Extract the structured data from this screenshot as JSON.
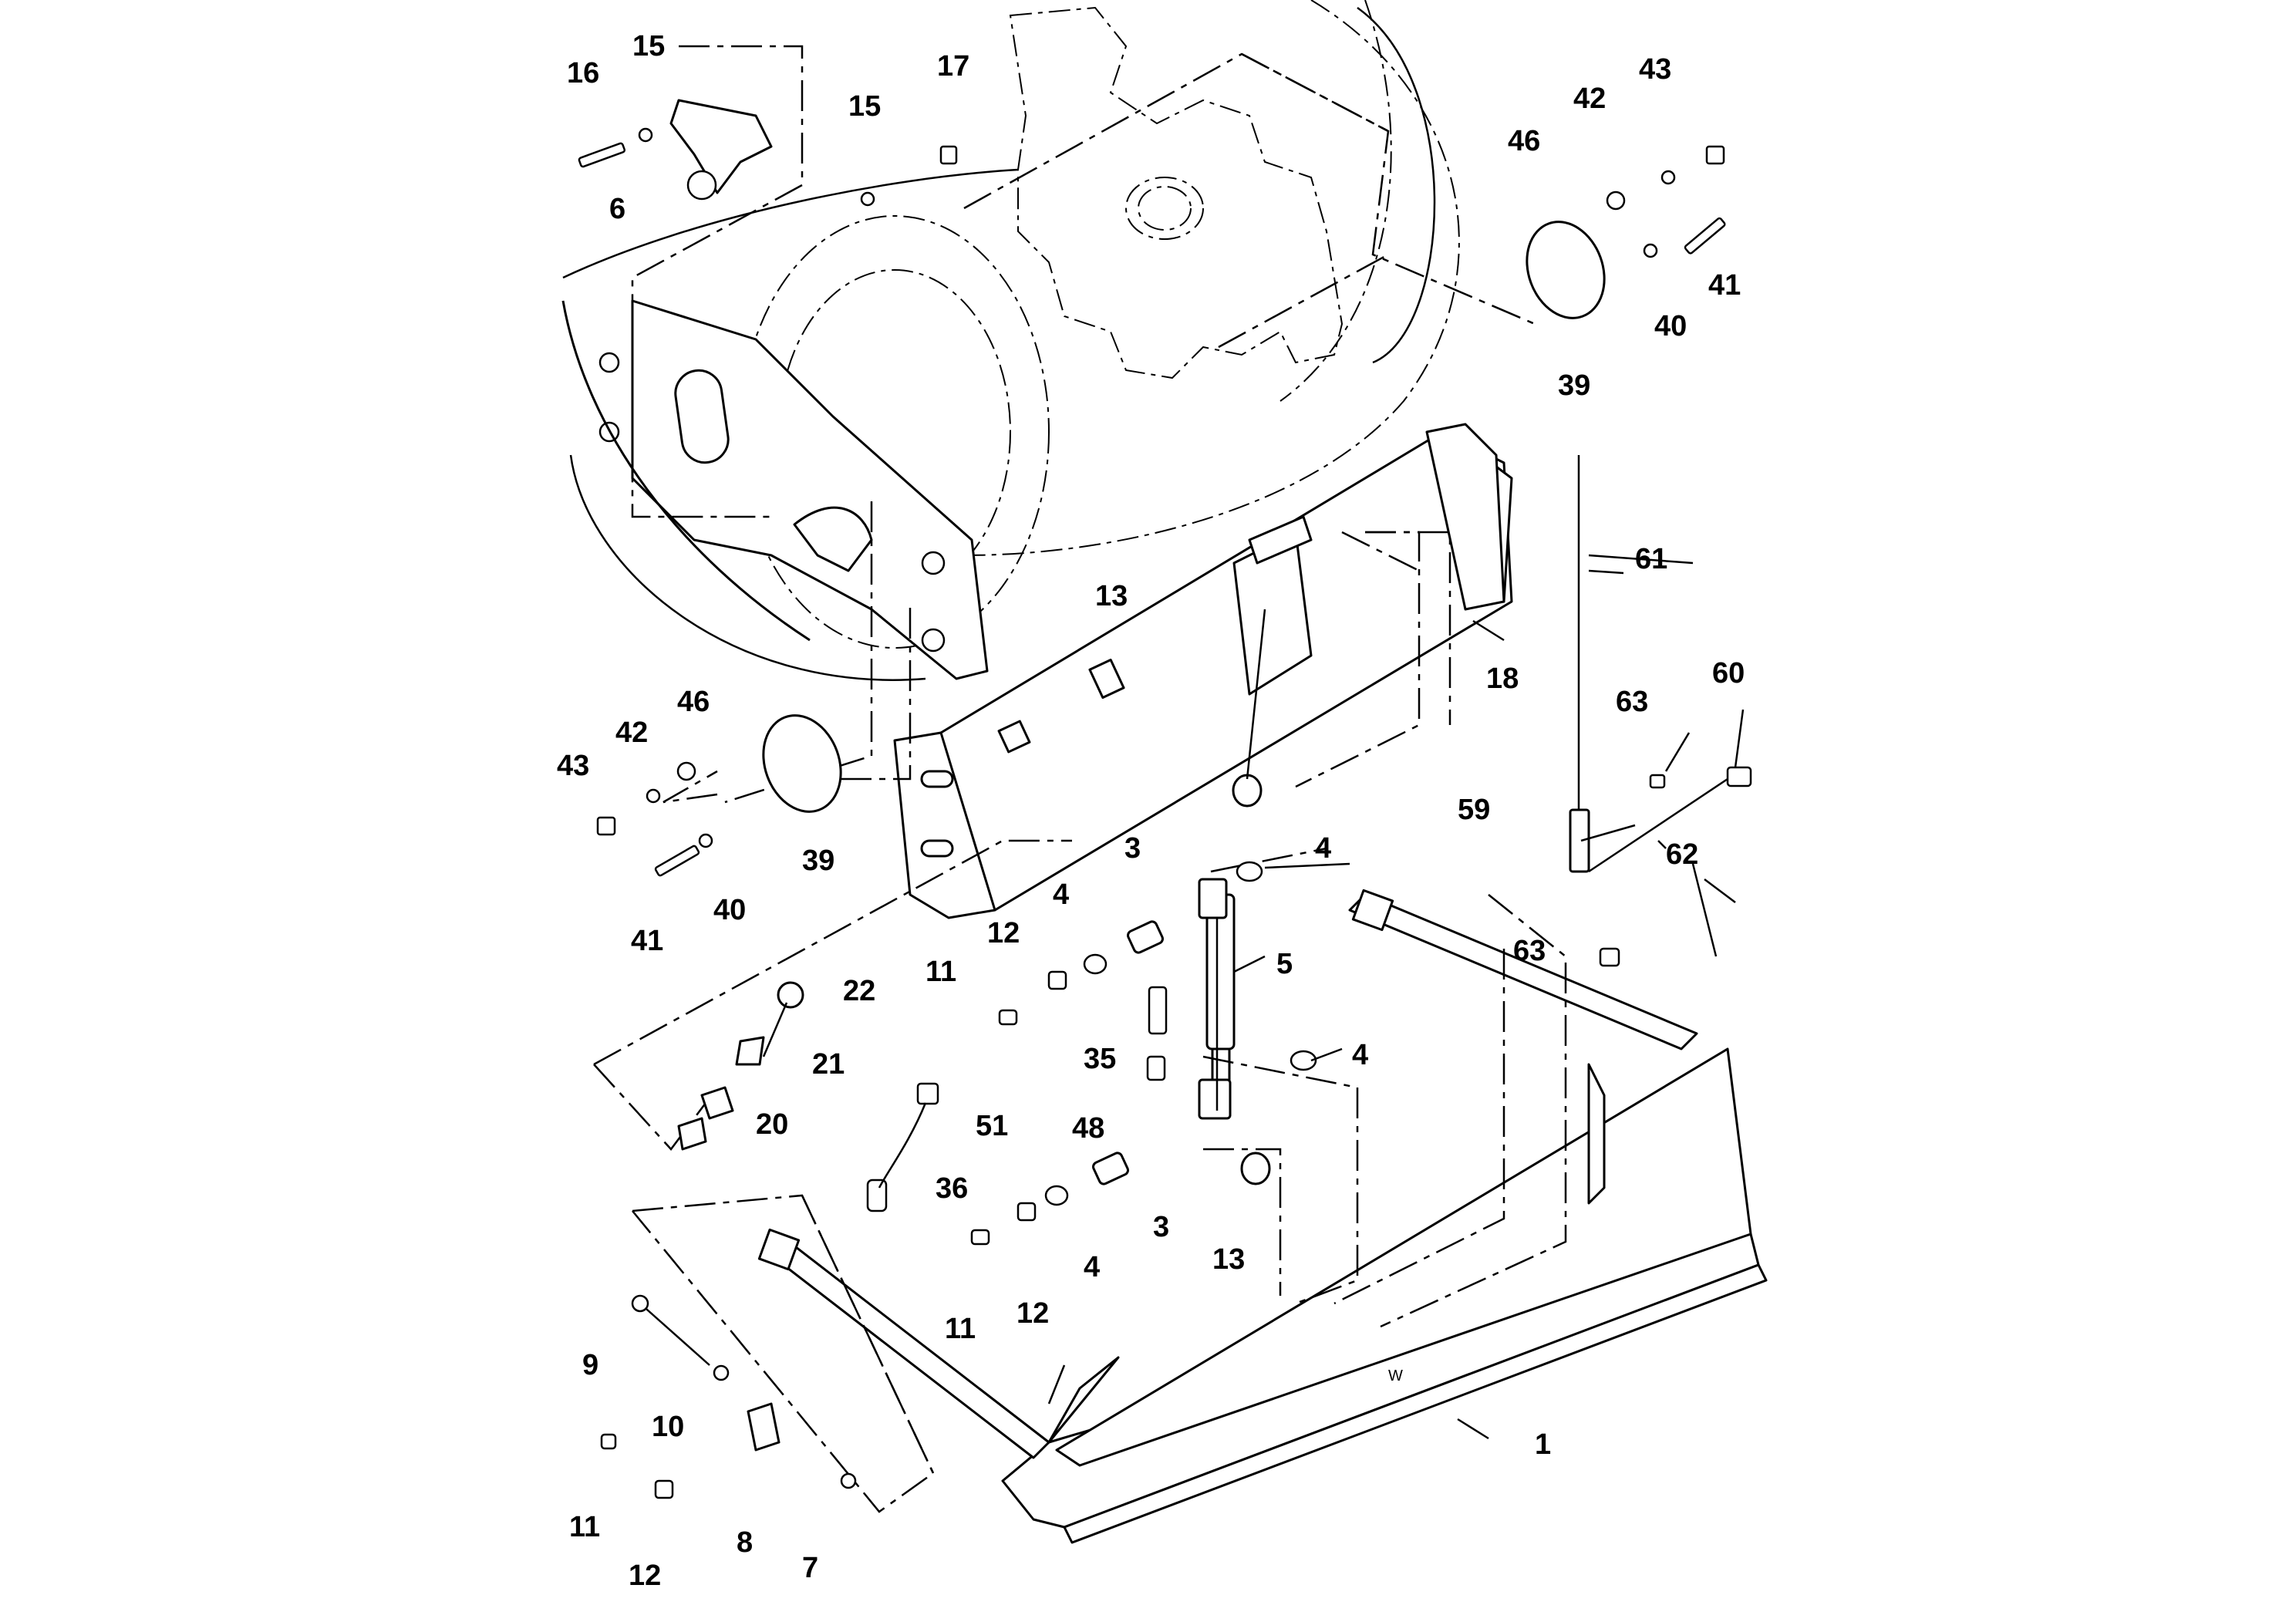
{
  "callouts": {
    "c1": "1",
    "c3a": "3",
    "c3b": "3",
    "c4a": "4",
    "c4b": "4",
    "c4c": "4",
    "c4d": "4",
    "c5": "5",
    "c6": "6",
    "c7": "7",
    "c8": "8",
    "c9": "9",
    "c10": "10",
    "c11a": "11",
    "c11b": "11",
    "c11c": "11",
    "c12a": "12",
    "c12b": "12",
    "c12c": "12",
    "c13a": "13",
    "c13b": "13",
    "c15a": "15",
    "c15b": "15",
    "c16": "16",
    "c17": "17",
    "c18": "18",
    "c20": "20",
    "c21": "21",
    "c22": "22",
    "c35": "35",
    "c36": "36",
    "c39a": "39",
    "c39b": "39",
    "c40a": "40",
    "c40b": "40",
    "c41a": "41",
    "c41b": "41",
    "c42a": "42",
    "c42b": "42",
    "c43a": "43",
    "c43b": "43",
    "c46a": "46",
    "c46b": "46",
    "c48": "48",
    "c51": "51",
    "c59": "59",
    "c60": "60",
    "c61": "61",
    "c62": "62",
    "c63a": "63",
    "c63b": "63"
  },
  "watermark": "W"
}
